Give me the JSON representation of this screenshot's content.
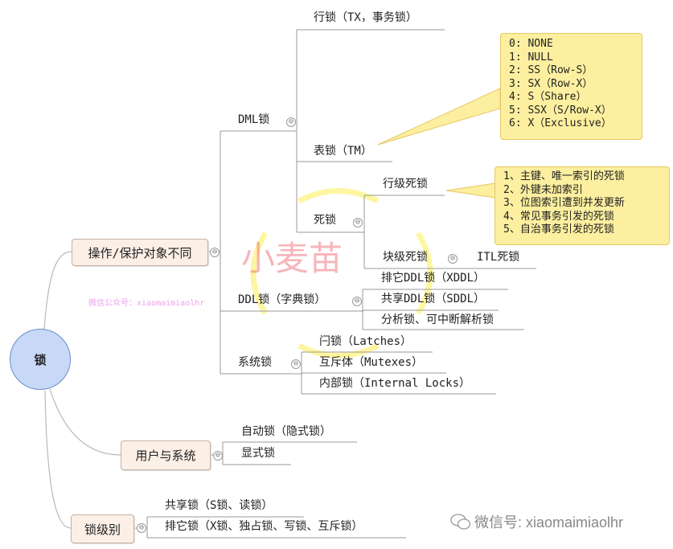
{
  "root": {
    "label": "锁"
  },
  "branches": {
    "operation": {
      "label": "操作/保护对象不同",
      "dml": {
        "label": "DML锁",
        "row": "行锁（TX，事务锁）",
        "table": "表锁（TM）",
        "deadlock": {
          "label": "死锁",
          "row_level": "行级死锁",
          "block_level": "块级死锁",
          "itl": "ITL死锁"
        }
      },
      "ddl": {
        "label": "DDL锁（字典锁）",
        "xddl": "排它DDL锁（XDDL）",
        "sddl": "共享DDL锁（SDDL）",
        "parse": "分析锁、可中断解析锁"
      },
      "system": {
        "label": "系统锁",
        "latches": "闩锁（Latches）",
        "mutexes": "互斥体（Mutexes）",
        "internal": "内部锁（Internal Locks）"
      }
    },
    "user_system": {
      "label": "用户与系统",
      "auto": "自动锁（隐式锁）",
      "explicit": "显式锁"
    },
    "level": {
      "label": "锁级别",
      "shared": "共享锁（S锁、读锁）",
      "exclusive": "排它锁（X锁、独占锁、写锁、互斥锁）"
    }
  },
  "callouts": {
    "tm_modes": [
      "0: NONE",
      "1: NULL",
      "2: SS（Row-S）",
      "3: SX（Row-X）",
      "4: S（Share）",
      "5: SSX（S/Row-X）",
      "6: X（Exclusive）"
    ],
    "row_deadlock_causes": [
      "1、主键、唯一索引的死锁",
      "2、外键未加索引",
      "3、位图索引遭到并发更新",
      "4、常见事务引发的死锁",
      "5、自治事务引发的死锁"
    ]
  },
  "toggle_symbol": "⊖",
  "watermark": {
    "main": "小麦苗",
    "sub": "微信公众号：xiaomaimiaolhr",
    "wechat": "微信号: xiaomaimiaolhr"
  },
  "colors": {
    "root_fill": "#c7d9f7",
    "node_fill": "#fbefe6",
    "callout_fill": "#fcef9f",
    "line": "#999999"
  }
}
